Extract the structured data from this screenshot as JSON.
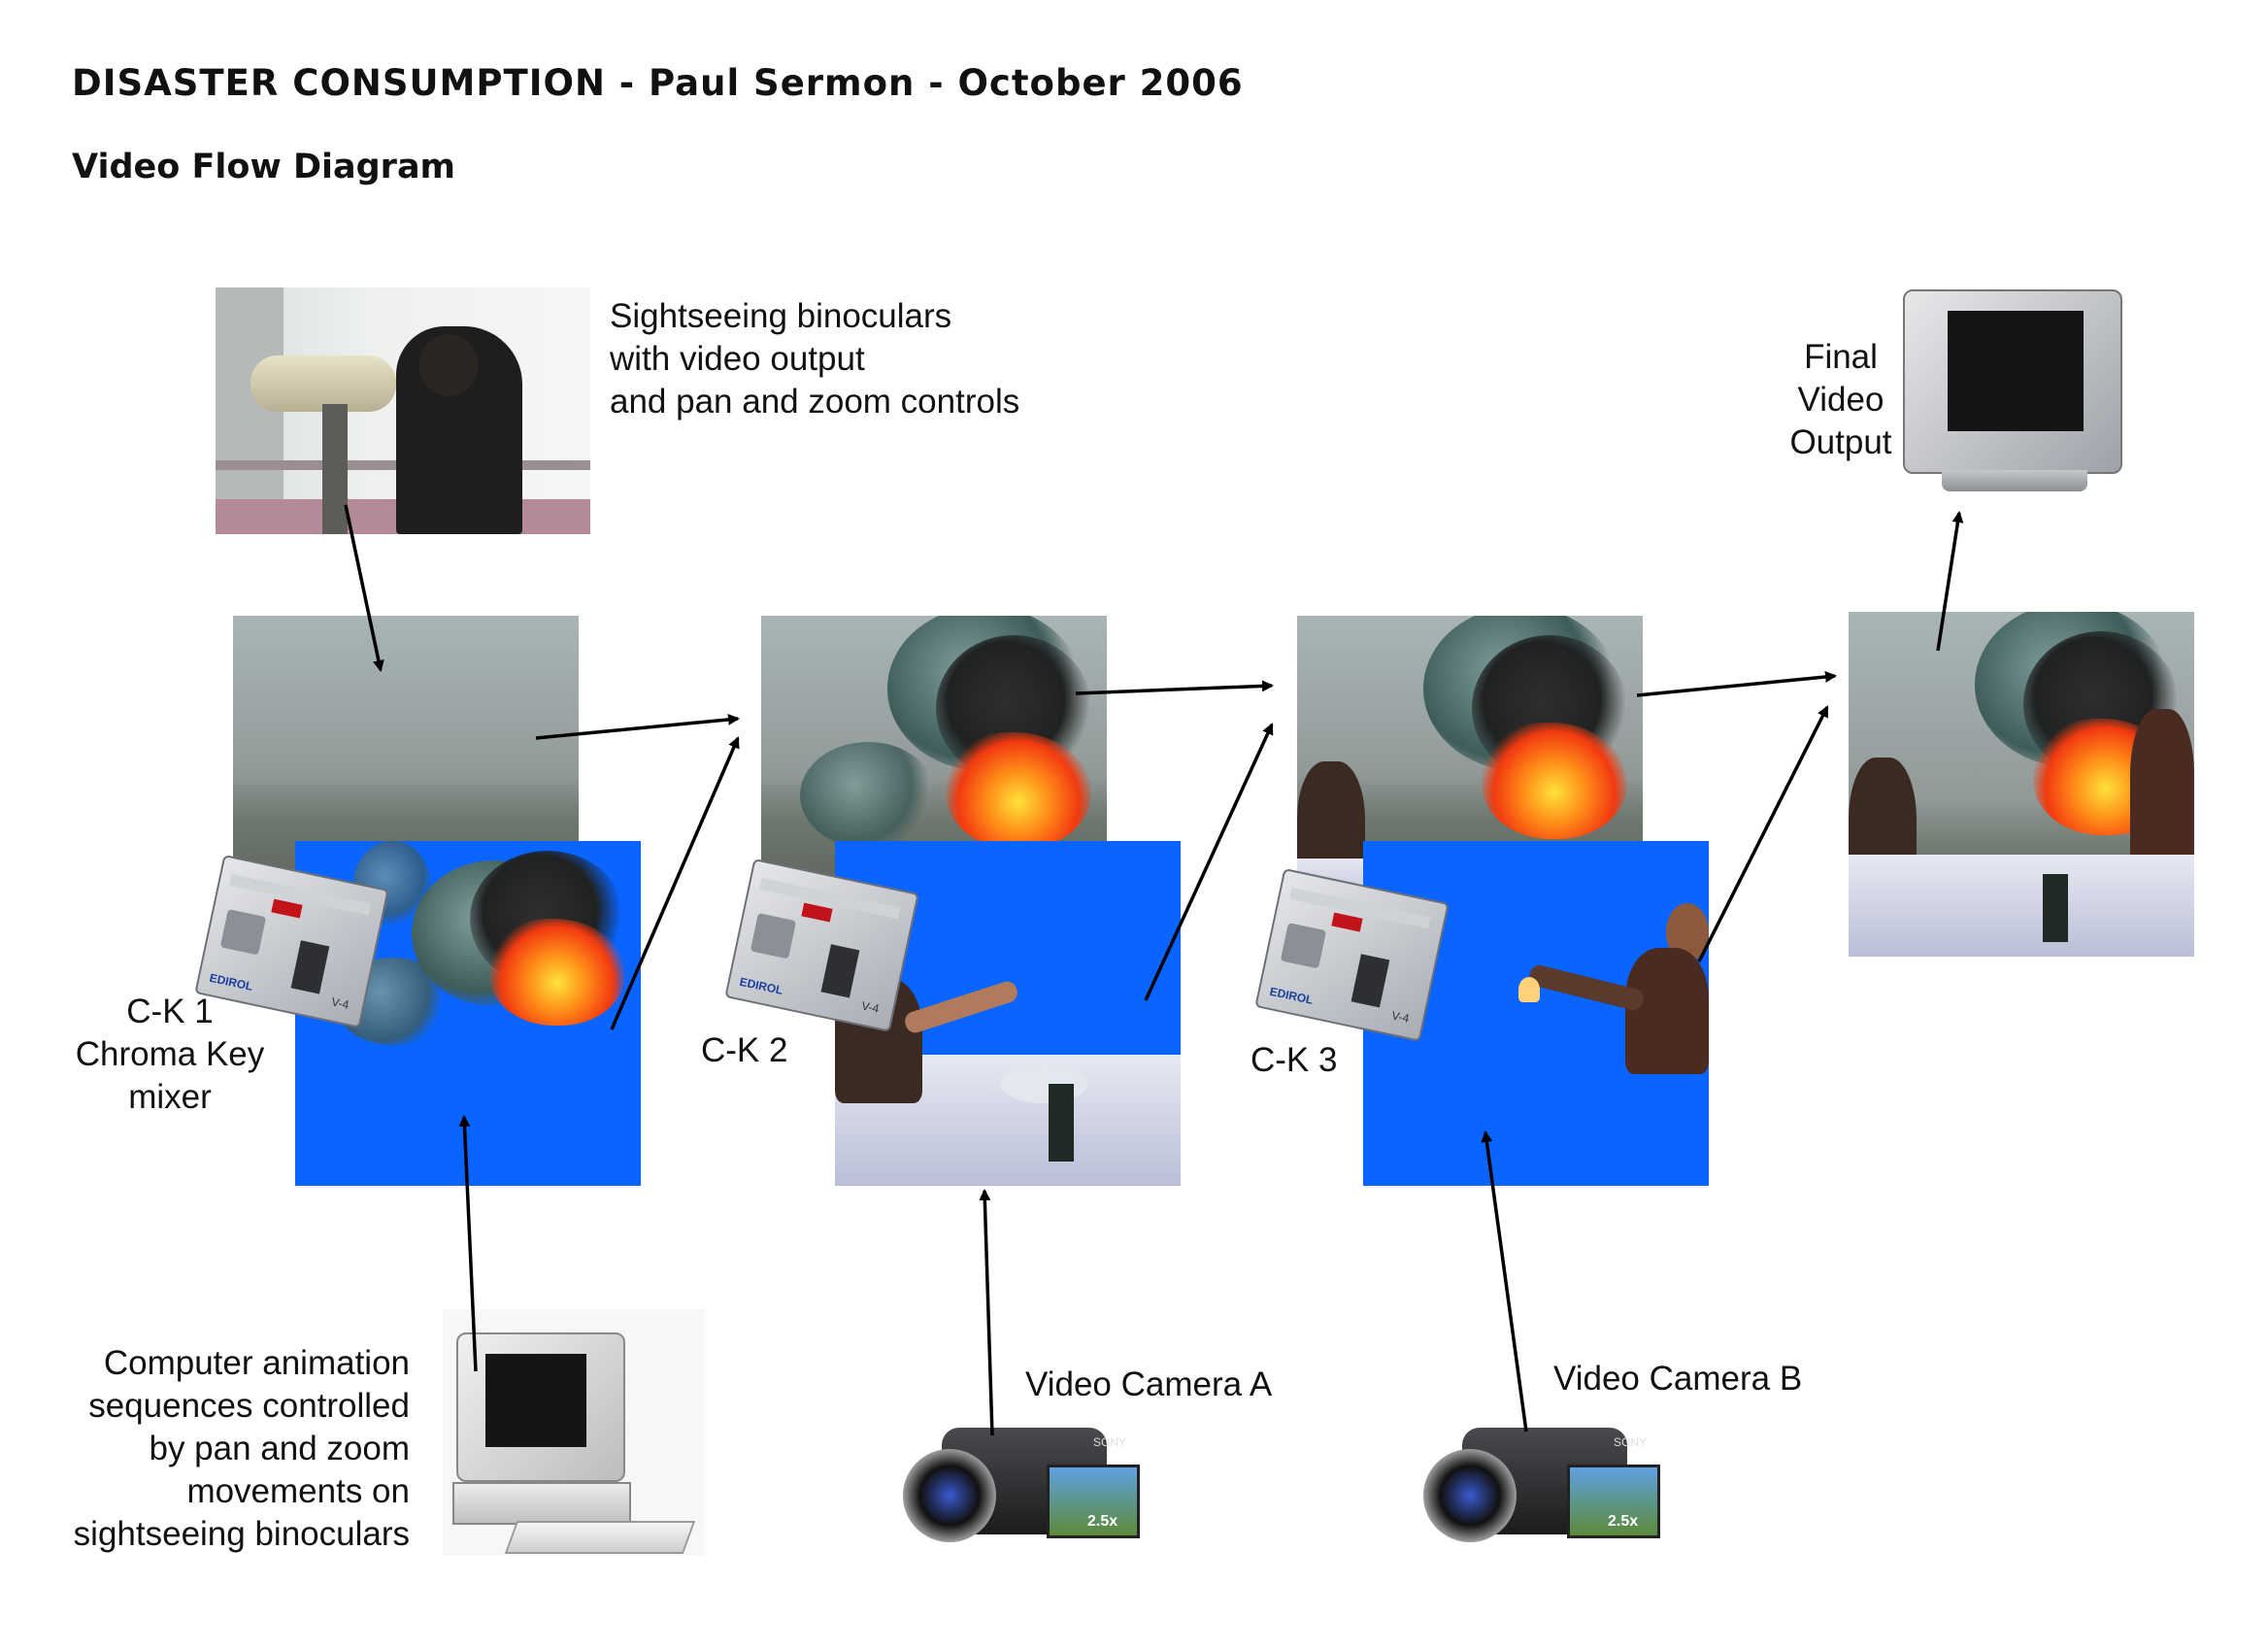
{
  "header": {
    "title": "DISASTER CONSUMPTION - Paul Sermon - October 2006",
    "subtitle": "Video Flow Diagram"
  },
  "labels": {
    "binoculars": [
      "Sightseeing binoculars",
      "with video output",
      "and pan and zoom controls"
    ],
    "final_output": [
      "Final",
      "Video",
      "Output"
    ],
    "ck1": [
      "C-K 1",
      "Chroma Key",
      "mixer"
    ],
    "ck2": "C-K 2",
    "ck3": "C-K 3",
    "computer": [
      "Computer animation",
      "sequences controlled",
      "by pan and zoom",
      "movements on",
      "sightseeing binoculars"
    ],
    "camera_a": "Video Camera A",
    "camera_b": "Video Camera B"
  },
  "devices": {
    "mixer_brand": "EDIROL",
    "mixer_model": "V-4",
    "camera_brand": "SONY",
    "camera_zoom": "2.5x"
  },
  "colors": {
    "blue_screen": "#0a64ff",
    "fire": "#f23a10",
    "smoke": "#3e5c5a"
  }
}
